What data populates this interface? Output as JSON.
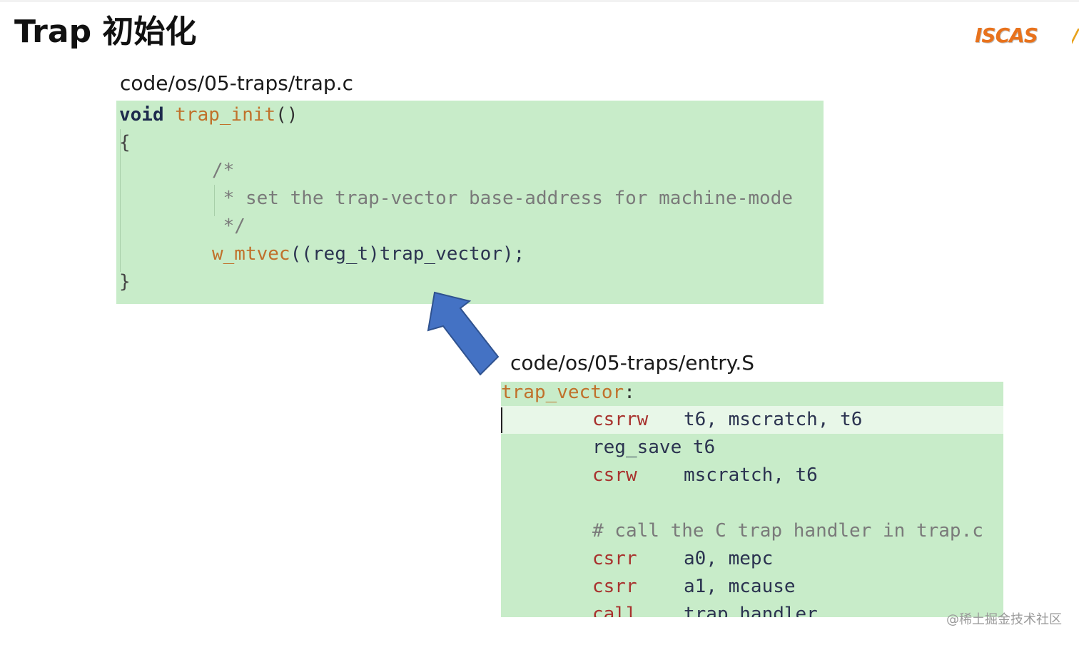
{
  "slide": {
    "title": "Trap 初始化",
    "logo_text": "ISCAS",
    "watermark": "@稀土掘金技术社区"
  },
  "colors": {
    "code_background": "#c8ecc9",
    "arrow_fill": "#4472c4",
    "logo": "#e8721c"
  },
  "trap_c": {
    "caption": "code/os/05-traps/trap.c",
    "lines": [
      {
        "kw": "void",
        "fn": "trap_init",
        "punct": "()"
      },
      {
        "brace": "{"
      },
      {
        "comment": "/*"
      },
      {
        "comment": " * set the trap-vector base-address for machine-mode"
      },
      {
        "comment": " */"
      },
      {
        "call_fn": "w_mtvec",
        "args": "((reg_t)trap_vector);"
      },
      {
        "brace": "}"
      }
    ]
  },
  "entry_s": {
    "caption": "code/os/05-traps/entry.S",
    "label": "trap_vector",
    "label_colon": ":",
    "lines": [
      {
        "instr": "csrrw",
        "ops": "t6, mscratch, t6"
      },
      {
        "instr": "reg_save",
        "ops": "t6"
      },
      {
        "instr": "csrw",
        "ops": "mscratch, t6"
      },
      {
        "instr": "",
        "ops": ""
      },
      {
        "comment": "# call the C trap handler in trap.c"
      },
      {
        "instr": "csrr",
        "ops": "a0, mepc"
      },
      {
        "instr": "csrr",
        "ops": "a1, mcause"
      },
      {
        "instr": "call",
        "ops": "trap_handler"
      }
    ]
  }
}
